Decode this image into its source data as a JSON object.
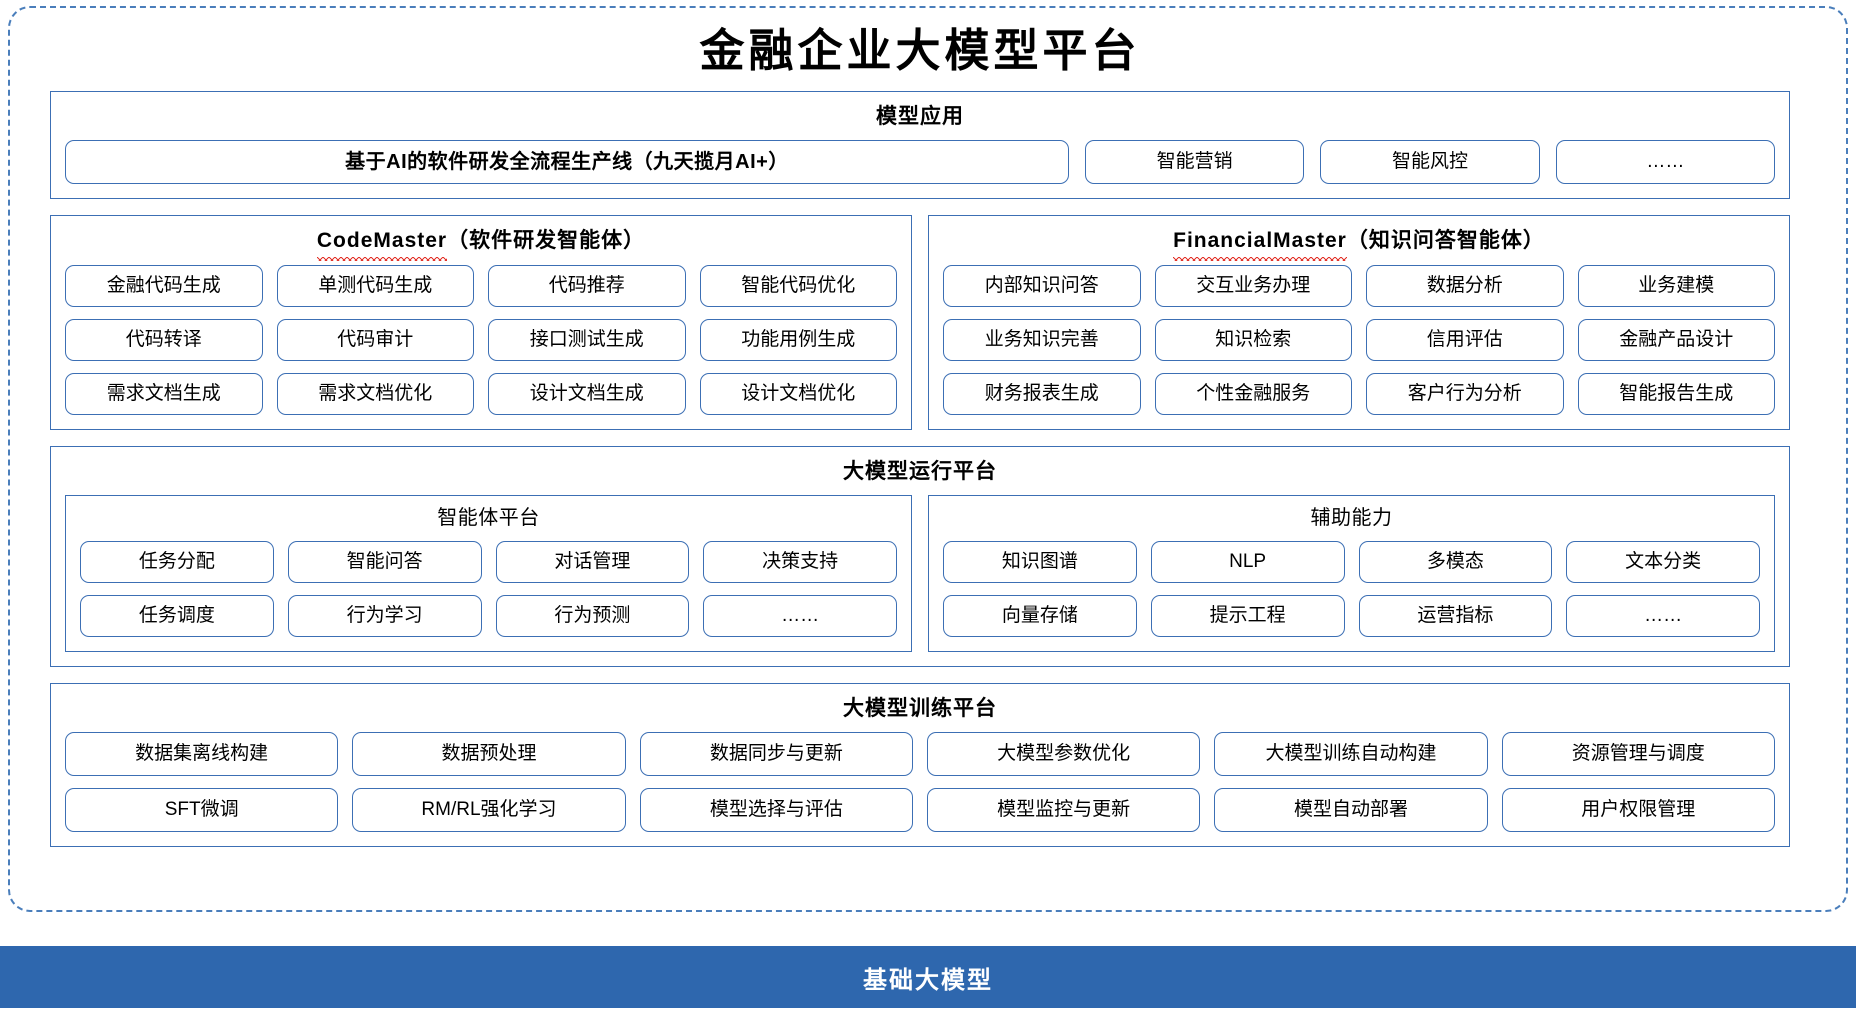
{
  "page": {
    "title": "金融企业大模型平台"
  },
  "model_application": {
    "title": "模型应用",
    "primary": "基于AI的软件研发全流程生产线（九天揽月AI+）",
    "items": [
      "智能营销",
      "智能风控",
      "……"
    ]
  },
  "code_master": {
    "name": "CodeMaster",
    "suffix": "（软件研发智能体）",
    "rows": [
      [
        "金融代码生成",
        "单测代码生成",
        "代码推荐",
        "智能代码优化"
      ],
      [
        "代码转译",
        "代码审计",
        "接口测试生成",
        "功能用例生成"
      ],
      [
        "需求文档生成",
        "需求文档优化",
        "设计文档生成",
        "设计文档优化"
      ]
    ]
  },
  "financial_master": {
    "name": "FinancialMaster",
    "suffix": "（知识问答智能体）",
    "rows": [
      [
        "内部知识问答",
        "交互业务办理",
        "数据分析",
        "业务建模"
      ],
      [
        "业务知识完善",
        "知识检索",
        "信用评估",
        "金融产品设计"
      ],
      [
        "财务报表生成",
        "个性金融服务",
        "客户行为分析",
        "智能报告生成"
      ]
    ]
  },
  "run_platform": {
    "title": "大模型运行平台",
    "agent_platform": {
      "title": "智能体平台",
      "rows": [
        [
          "任务分配",
          "智能问答",
          "对话管理",
          "决策支持"
        ],
        [
          "任务调度",
          "行为学习",
          "行为预测",
          "……"
        ]
      ]
    },
    "support_capability": {
      "title": "辅助能力",
      "rows": [
        [
          "知识图谱",
          "NLP",
          "多模态",
          "文本分类"
        ],
        [
          "向量存储",
          "提示工程",
          "运营指标",
          "……"
        ]
      ]
    }
  },
  "train_platform": {
    "title": "大模型训练平台",
    "rows": [
      [
        "数据集离线构建",
        "数据预处理",
        "数据同步与更新",
        "大模型参数优化",
        "大模型训练自动构建",
        "资源管理与调度"
      ],
      [
        "SFT微调",
        "RM/RL强化学习",
        "模型选择与评估",
        "模型监控与更新",
        "模型自动部署",
        "用户权限管理"
      ]
    ]
  },
  "base_model": {
    "label": "基础大模型"
  },
  "colors": {
    "border_blue": "#3c6fb4",
    "dashed_blue": "#4a7ebb",
    "base_bar_blue": "#2e67ae",
    "squiggle_red": "#e2342a"
  }
}
